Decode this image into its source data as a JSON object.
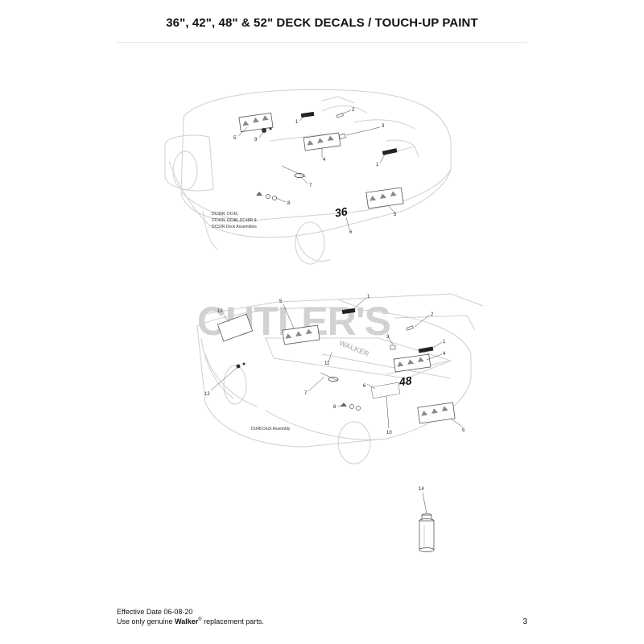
{
  "header": {
    "title": "36\", 42\", 48\" & 52\" DECK DECALS / TOUCH-UP PAINT"
  },
  "watermark": {
    "text": "CUTLER'S"
  },
  "diagram_top": {
    "callouts": [
      "1",
      "2",
      "3",
      "5",
      "9",
      "4",
      "1",
      "7",
      "8",
      "5",
      "6"
    ],
    "deck_number": "36",
    "assembly_note": [
      "DC36R, DC42,",
      "DC42R, DC48, DC48R &",
      "DC52R Deck Assemblies"
    ]
  },
  "diagram_bottom": {
    "callouts": [
      "13",
      "5",
      "1",
      "2",
      "3",
      "1",
      "4",
      "11",
      "6",
      "12",
      "7",
      "8",
      "10",
      "5"
    ],
    "deck_number": "48",
    "brand_on_deck": "WALKER",
    "assembly_note": "DU48 Deck Assembly"
  },
  "paint": {
    "callout": "14"
  },
  "footer": {
    "effective_date": "Effective Date 06-08-20",
    "tagline_prefix": "Use only genuine ",
    "tagline_brand": "Walker",
    "tagline_reg": "®",
    "tagline_suffix": " replacement parts.",
    "page_number": "3"
  }
}
